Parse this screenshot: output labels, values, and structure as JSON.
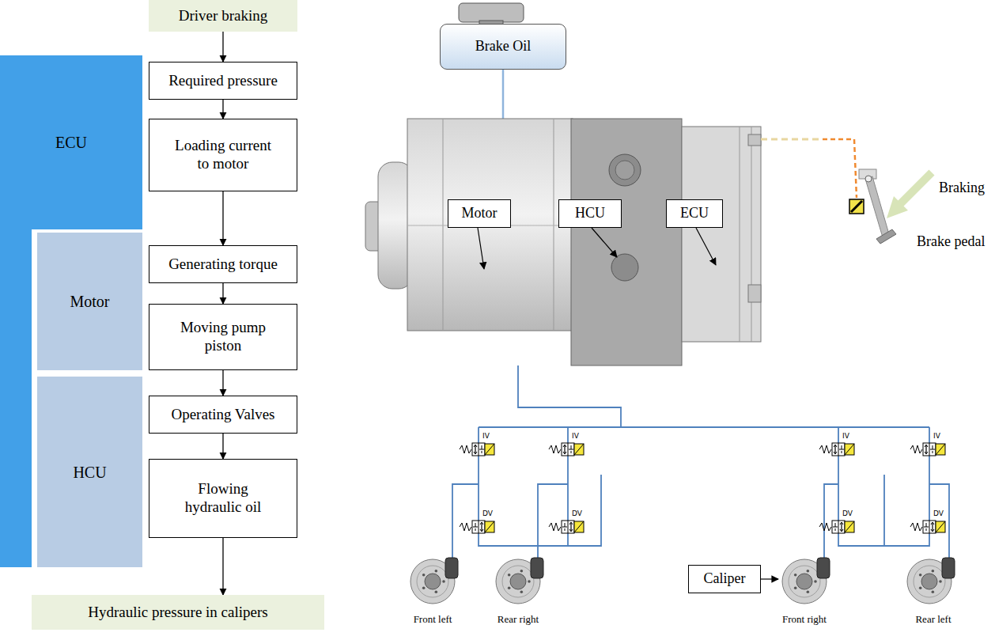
{
  "diagram": {
    "nodes": [
      {
        "text": [
          "Driver braking"
        ]
      },
      {
        "text": [
          "ECU"
        ]
      },
      {
        "text": [
          "Required pressure"
        ]
      },
      {
        "text": [
          "Loading current to motor"
        ]
      },
      {
        "text": [
          "Motor"
        ]
      },
      {
        "text": [
          "Generating torque"
        ]
      },
      {
        "text": [
          "Moving pump piston"
        ]
      },
      {
        "text": [
          "HCU"
        ]
      },
      {
        "text": [
          "Operating Valves"
        ]
      },
      {
        "text": [
          "Flowing hydraulic oil"
        ]
      },
      {
        "text": [
          "Hydraulic pressure in calipers"
        ]
      },
      {
        "text": [
          "Brake Oil"
        ]
      },
      {
        "text": [
          "Motor"
        ]
      },
      {
        "text": [
          "HCU"
        ]
      },
      {
        "text": [
          "ECU"
        ]
      },
      {
        "text": [
          "Caliper"
        ]
      }
    ],
    "edges": [
      {
        "from": 0,
        "to": 2,
        "arrow": "to"
      },
      {
        "from": 2,
        "to": 3,
        "arrow": "to"
      },
      {
        "from": 3,
        "to": 5,
        "arrow": "to"
      },
      {
        "from": 5,
        "to": 6,
        "arrow": "to"
      },
      {
        "from": 6,
        "to": 8,
        "arrow": "to"
      },
      {
        "from": 8,
        "to": 9,
        "arrow": "to"
      },
      {
        "from": 9,
        "to": 10,
        "arrow": "to"
      }
    ],
    "labels": [
      "Braking",
      "Brake pedal",
      "IV",
      "IV",
      "IV",
      "IV",
      "DV",
      "DV",
      "DV",
      "DV",
      "Front left",
      "Rear right",
      "Front right",
      "Rear left"
    ]
  }
}
